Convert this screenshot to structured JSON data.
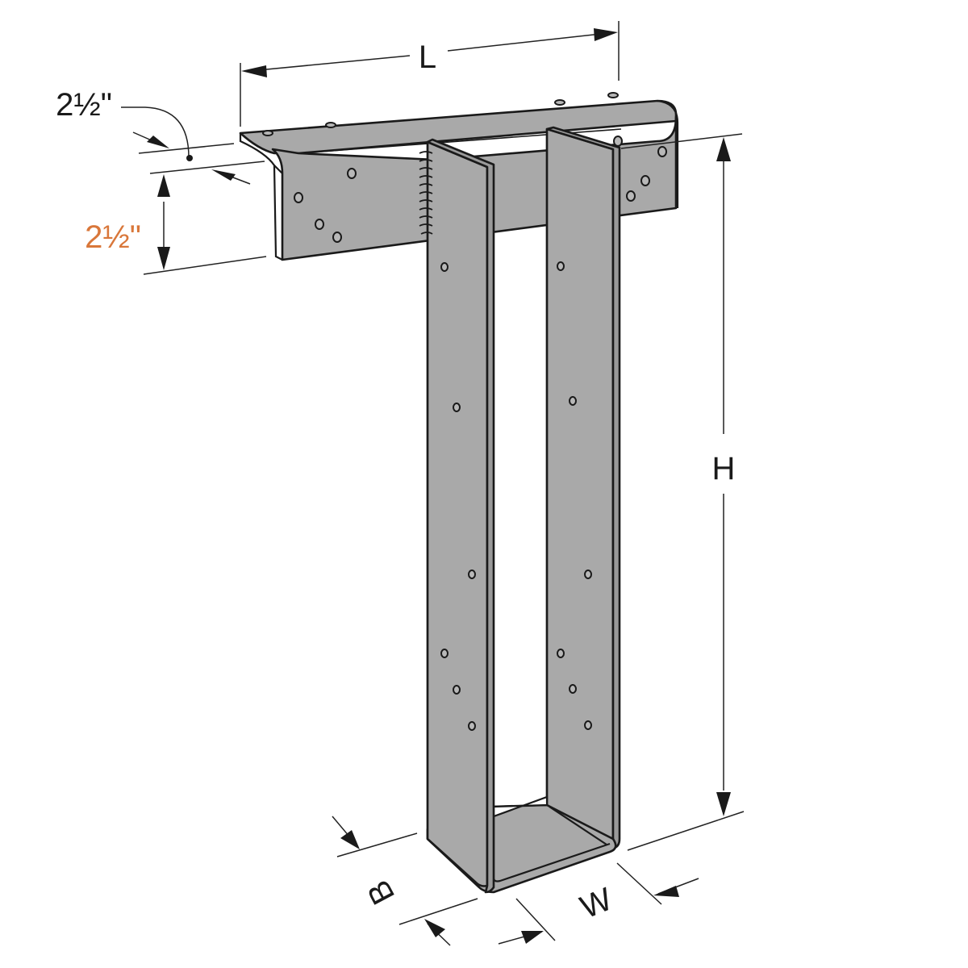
{
  "diagram": {
    "title": "Top-flange hanger dimension diagram",
    "labels": {
      "length": "L",
      "height": "H",
      "width": "W",
      "bearing": "B",
      "top_flange_thickness": "2½\"",
      "top_flange_depth": "2½\""
    },
    "colors": {
      "metal": "#a9a9a9",
      "outline": "#1a1a1a",
      "dimension_highlight": "#d9773a",
      "background": "#ffffff"
    },
    "components": [
      "top-flange",
      "left-side-plate",
      "right-side-plate",
      "seat",
      "weld-seam",
      "nail-holes"
    ]
  }
}
